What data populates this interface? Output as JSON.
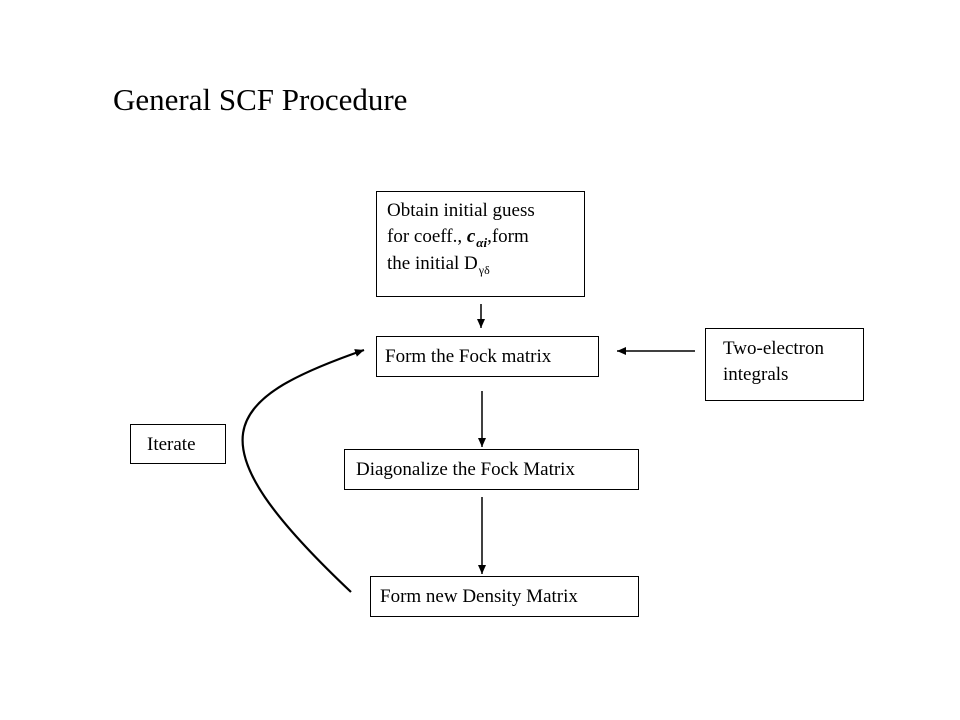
{
  "title": "General SCF Procedure",
  "boxes": {
    "initial_guess": {
      "line1": "Obtain initial guess",
      "line2_prefix": "for coeff., ",
      "line2_var": "c",
      "line2_sub": "αi",
      "line2_suffix": ",form",
      "line3_prefix": "the initial D",
      "line3_sub": "γδ"
    },
    "form_fock": "Form the Fock matrix",
    "two_electron": {
      "line1": "Two-electron",
      "line2": "integrals"
    },
    "iterate": "Iterate",
    "diagonalize": "Diagonalize the Fock Matrix",
    "density": "Form new Density Matrix"
  }
}
